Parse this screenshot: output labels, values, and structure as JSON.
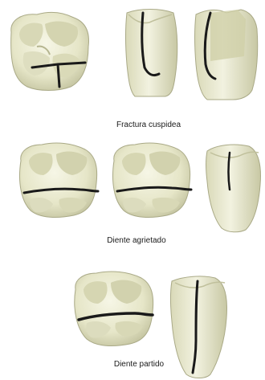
{
  "figure": {
    "sections": [
      {
        "caption": "Fractura cuspidea"
      },
      {
        "caption": "Diente agrietado"
      },
      {
        "caption": "Diente partido"
      }
    ]
  },
  "colors": {
    "enamel": "#e6e6c8",
    "enamel_shadow": "#c6c6a2",
    "enamel_highlight": "#f6f6e6",
    "fracture_line": "#1a1a1a"
  }
}
